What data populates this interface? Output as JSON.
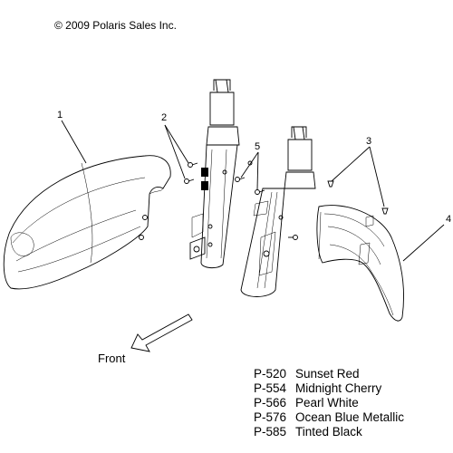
{
  "copyright": "© 2009 Polaris Sales Inc.",
  "callouts": {
    "c1": "1",
    "c2": "2",
    "c3": "3",
    "c4": "4",
    "c5": "5"
  },
  "front_label": "Front",
  "legend": [
    {
      "code": "P-520",
      "name": "Sunset Red"
    },
    {
      "code": "P-554",
      "name": "Midnight Cherry"
    },
    {
      "code": "P-566",
      "name": "Pearl White"
    },
    {
      "code": "P-576",
      "name": "Ocean Blue Metallic"
    },
    {
      "code": "P-585",
      "name": "Tinted Black"
    }
  ]
}
